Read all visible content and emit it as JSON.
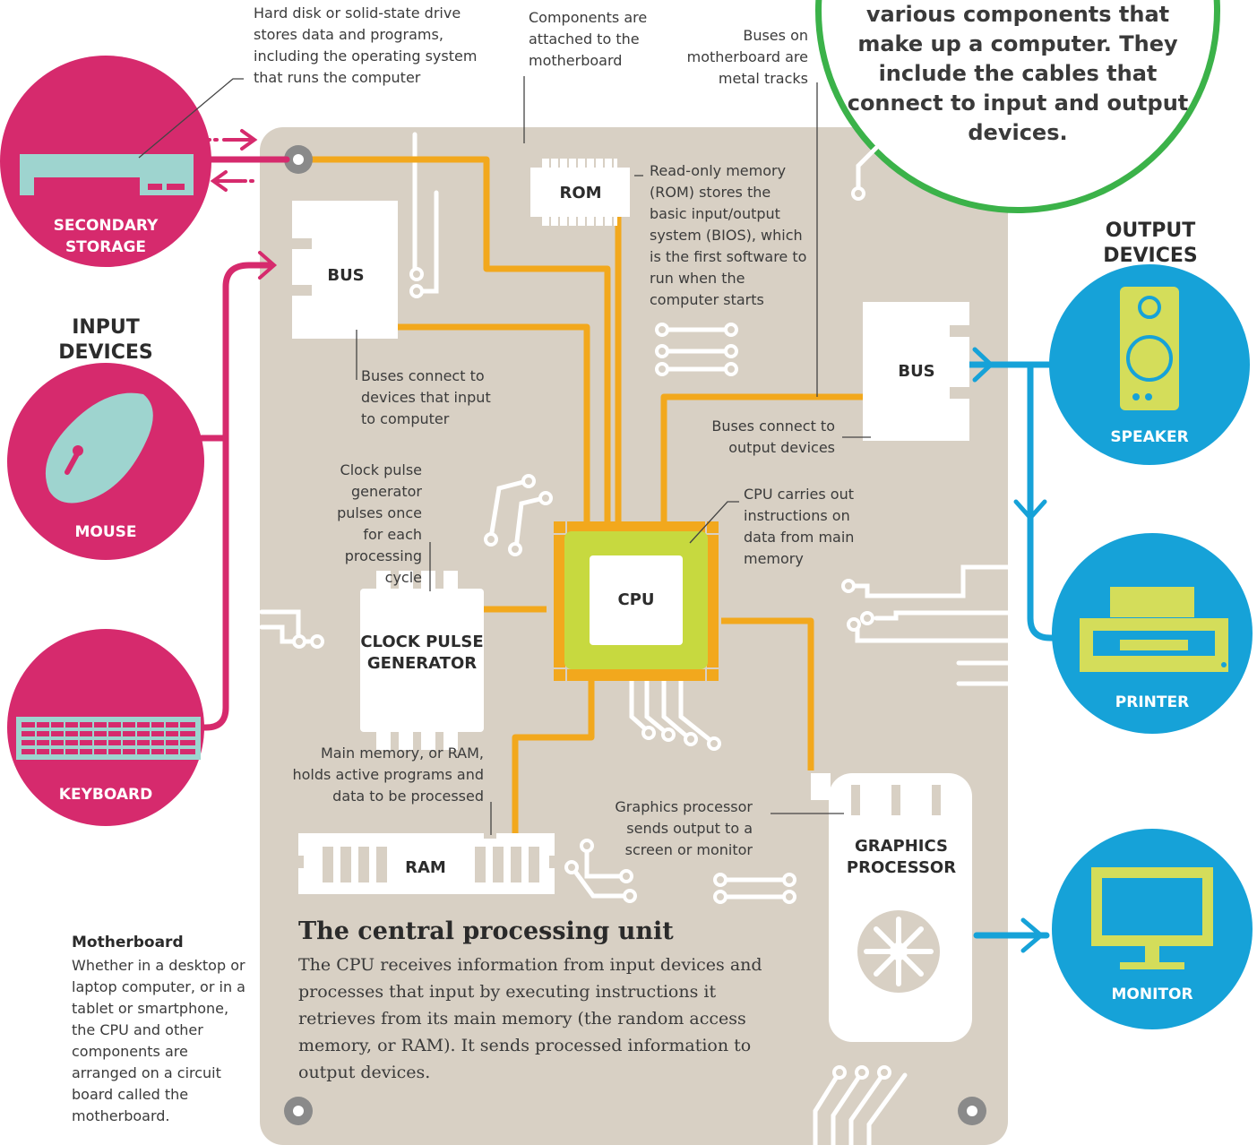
{
  "intro_text": "various components that make up a computer. They include the cables that connect to input and output devices.",
  "sections": {
    "input": "INPUT DEVICES",
    "output": "OUTPUT DEVICES"
  },
  "devices": {
    "secondary_storage": "SECONDARY STORAGE",
    "mouse": "MOUSE",
    "keyboard": "KEYBOARD",
    "speaker": "SPEAKER",
    "printer": "PRINTER",
    "monitor": "MONITOR"
  },
  "components": {
    "rom": "ROM",
    "bus_input": "BUS",
    "bus_output": "BUS",
    "cpu": "CPU",
    "clock": "CLOCK PULSE GENERATOR",
    "ram": "RAM",
    "graphics": "GRAPHICS PROCESSOR"
  },
  "annotations": {
    "storage": "Hard disk or solid-state drive stores data and programs, including the operating system that runs the computer",
    "attached": "Components are attached to the motherboard",
    "metal_tracks": "Buses on motherboard are metal tracks",
    "rom": "Read-only memory (ROM) stores the basic input/output system (BIOS), which is the first software to run when the computer starts",
    "bus_input": "Buses connect to devices that input to computer",
    "bus_output": "Buses connect to output devices",
    "clock": "Clock pulse generator pulses once for each processing cycle",
    "cpu": "CPU carries out instructions on data from main memory",
    "ram": "Main memory, or RAM, holds active programs and data to be processed",
    "graphics": "Graphics processor sends output to a screen or monitor"
  },
  "central": {
    "title": "The central processing unit",
    "body": "The CPU receives information from input devices and processes that input by executing instructions it retrieves from its main memory (the random access memory, or RAM). It sends processed information to output devices."
  },
  "motherboard_note": {
    "title": "Motherboard",
    "body": "Whether in a desktop or laptop computer, or in a tablet or smartphone, the CPU and other components are arranged on a circuit board called the motherboard."
  },
  "colors": {
    "board": "#d8d0c4",
    "track": "#f2a81d",
    "input": "#d62a6d",
    "output": "#16a2d8",
    "cpu": "#c7d93f",
    "device_fill": "#9ed4cf",
    "output_fill": "#d4dd5a",
    "circle_outline": "#3bb249"
  }
}
